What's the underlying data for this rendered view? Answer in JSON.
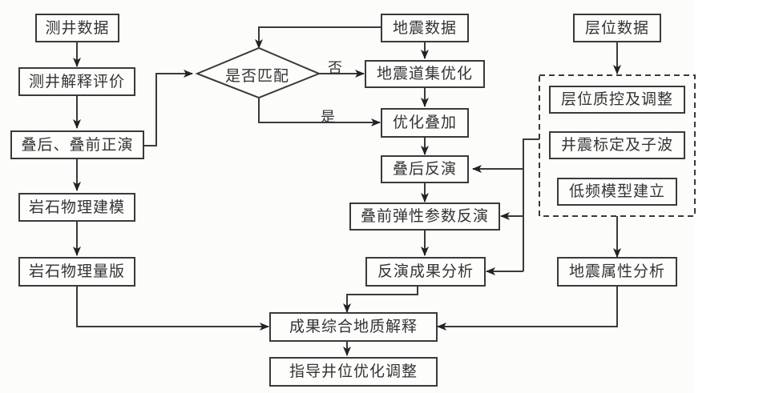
{
  "diagram": {
    "nodes": {
      "well_data": "测井数据",
      "well_interp": "测井解释评价",
      "forward_model": "叠后、叠前正演",
      "rock_physics_model": "岩石物理建模",
      "rock_physics_template": "岩石物理量版",
      "match_decision": "是否匹配",
      "seismic_data": "地震数据",
      "gather_opt": "地震道集优化",
      "opt_stack": "优化叠加",
      "poststack_inv": "叠后反演",
      "prestack_inv": "叠前弹性参数反演",
      "inv_analysis": "反演成果分析",
      "horizon_data": "层位数据",
      "horizon_qc": "层位质控及调整",
      "well_tie": "井震标定及子波",
      "low_freq": "低频模型建立",
      "attr_analysis": "地震属性分析",
      "integrated_interp": "成果综合地质解释",
      "well_opt": "指导井位优化调整"
    },
    "edge_labels": {
      "no": "否",
      "yes": "是"
    },
    "edges": [
      [
        "well_data",
        "well_interp"
      ],
      [
        "well_interp",
        "forward_model"
      ],
      [
        "forward_model",
        "rock_physics_model"
      ],
      [
        "rock_physics_model",
        "rock_physics_template"
      ],
      [
        "forward_model",
        "match_decision"
      ],
      [
        "seismic_data",
        "match_decision"
      ],
      [
        "seismic_data",
        "gather_opt"
      ],
      [
        "match_decision",
        "gather_opt",
        "no"
      ],
      [
        "match_decision",
        "opt_stack",
        "yes"
      ],
      [
        "gather_opt",
        "opt_stack"
      ],
      [
        "opt_stack",
        "poststack_inv"
      ],
      [
        "poststack_inv",
        "prestack_inv"
      ],
      [
        "prestack_inv",
        "inv_analysis"
      ],
      [
        "horizon_data",
        "horizon_group"
      ],
      [
        "horizon_group",
        "poststack_inv"
      ],
      [
        "horizon_group",
        "prestack_inv"
      ],
      [
        "horizon_group",
        "inv_analysis"
      ],
      [
        "horizon_group",
        "attr_analysis"
      ],
      [
        "rock_physics_template",
        "integrated_interp"
      ],
      [
        "inv_analysis",
        "integrated_interp"
      ],
      [
        "attr_analysis",
        "integrated_interp"
      ],
      [
        "integrated_interp",
        "well_opt"
      ]
    ]
  }
}
